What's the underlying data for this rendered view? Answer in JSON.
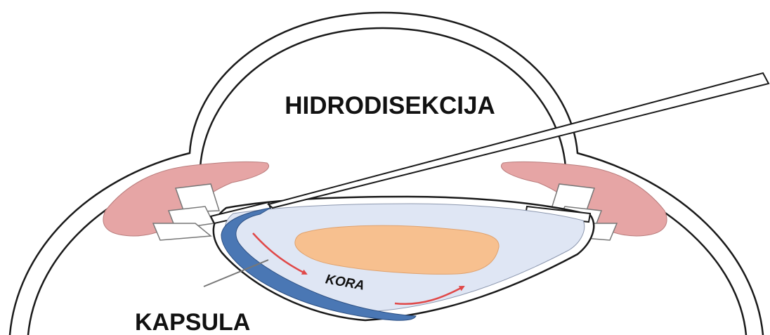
{
  "labels": {
    "title": "HIDRODISEKCIJA",
    "cortex": "KORA",
    "capsule": "KAPSULA"
  },
  "colors": {
    "outline": "#1a1a1a",
    "iris": "#e6a5a5",
    "lens_capsule": "#dfe6f4",
    "cortex_fluid": "#4a77b4",
    "nucleus": "#f7c08f",
    "flow_arrow": "#e04848",
    "cannula": "#ffffff"
  }
}
